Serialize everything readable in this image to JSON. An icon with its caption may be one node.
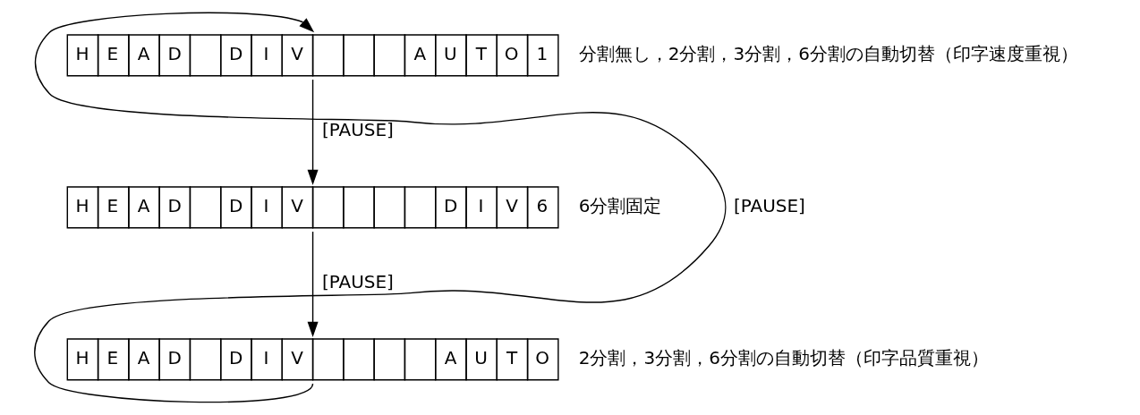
{
  "diagram": {
    "nodes": [
      {
        "text": [
          "H",
          "E",
          "A",
          "D",
          "D",
          "I",
          "V",
          "A",
          "U",
          "T",
          "O",
          "1"
        ],
        "beside": [
          "分割無し，2分割，3分割，6分割の自動切替（印字速度重視）"
        ]
      },
      {
        "text": [
          "H",
          "E",
          "A",
          "D",
          "D",
          "I",
          "V",
          "D",
          "I",
          "V",
          "6"
        ],
        "beside": [
          "6分割固定"
        ]
      },
      {
        "text": [
          "H",
          "E",
          "A",
          "D",
          "D",
          "I",
          "V",
          "A",
          "U",
          "T",
          "O"
        ],
        "beside": [
          "2分割，3分割，6分割の自動切替（印字品質重視）"
        ]
      }
    ],
    "edges": [
      {
        "from": 0,
        "to": 1,
        "arrow": "to",
        "label": "[PAUSE]"
      },
      {
        "from": 1,
        "to": 2,
        "arrow": "to",
        "label": "[PAUSE]"
      },
      {
        "from": 2,
        "to": 0,
        "arrow": "to",
        "label": "[PAUSE]"
      }
    ]
  }
}
